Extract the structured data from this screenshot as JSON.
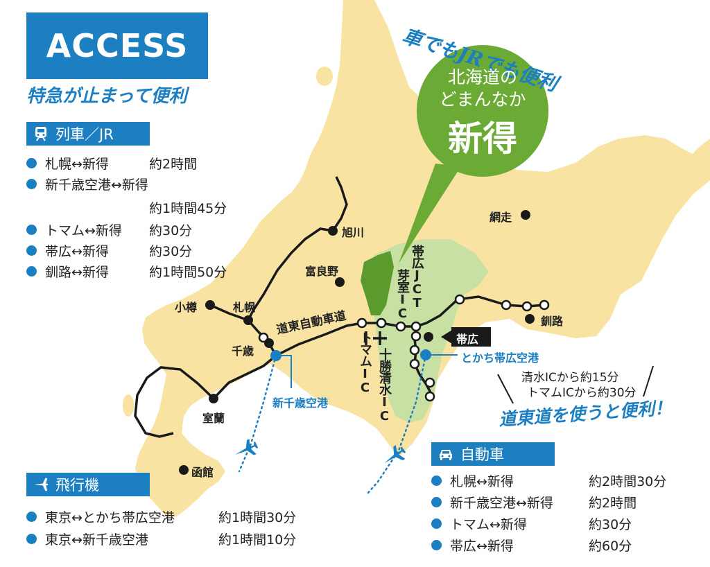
{
  "header": {
    "title": "ACCESS",
    "train_slogan": "特急が止まって便利",
    "car_slogan": "車でもJRでも便利"
  },
  "bubble": {
    "line1": "北海道の",
    "line2": "どまんなか",
    "line3": "新得"
  },
  "train": {
    "title": "列車／JR",
    "icon": "train-icon",
    "rows": [
      {
        "route": "札幌↔新得",
        "time": "約2時間"
      },
      {
        "route": "新千歳空港↔新得",
        "time": "約1時間45分"
      },
      {
        "route": "トマム↔新得",
        "time": "約30分"
      },
      {
        "route": "帯広↔新得",
        "time": "約30分"
      },
      {
        "route": "釧路↔新得",
        "time": "約1時間50分"
      }
    ]
  },
  "plane": {
    "title": "飛行機",
    "icon": "airplane-icon",
    "rows": [
      {
        "route": "東京↔とかち帯広空港",
        "time": "約1時間30分"
      },
      {
        "route": "東京↔新千歳空港",
        "time": "約1時間10分"
      }
    ]
  },
  "car": {
    "title": "自動車",
    "icon": "car-icon",
    "rows": [
      {
        "route": "札幌↔新得",
        "time": "約2時間30分"
      },
      {
        "route": "新千歳空港↔新得",
        "time": "約2時間"
      },
      {
        "route": "トマム↔新得",
        "time": "約30分"
      },
      {
        "route": "帯広↔新得",
        "time": "約60分"
      }
    ]
  },
  "map_labels": {
    "asahikawa": "旭川",
    "furano": "富良野",
    "otaru": "小樽",
    "sapporo": "札幌",
    "chitose": "千歳",
    "new_chitose_airport": "新千歳空港",
    "muroran": "室蘭",
    "hakodate": "函館",
    "abashiri": "網走",
    "kushiro": "釧路",
    "obihiro": "帯広",
    "tokachi_obihiro_airport": "とかち帯広空港",
    "doto_expressway": "道東自動車道",
    "obihiro_jct": "帯広JCT",
    "memuro_ic": "芽室IC",
    "tomamu_ic": "トマムIC",
    "tokachi_shimizu_ic": "十勝清水IC"
  },
  "notes": {
    "line1": "清水ICから約15分",
    "line2": "トマムICから約30分",
    "slogan": "道東道を使うと便利！"
  },
  "colors": {
    "land": "#f8e3a3",
    "accent_blue": "#1b7fc2",
    "bubble_green": "#6aaa35",
    "tokachi_area": "#c9e0a4",
    "shintoku_area": "#5b9b2d"
  }
}
